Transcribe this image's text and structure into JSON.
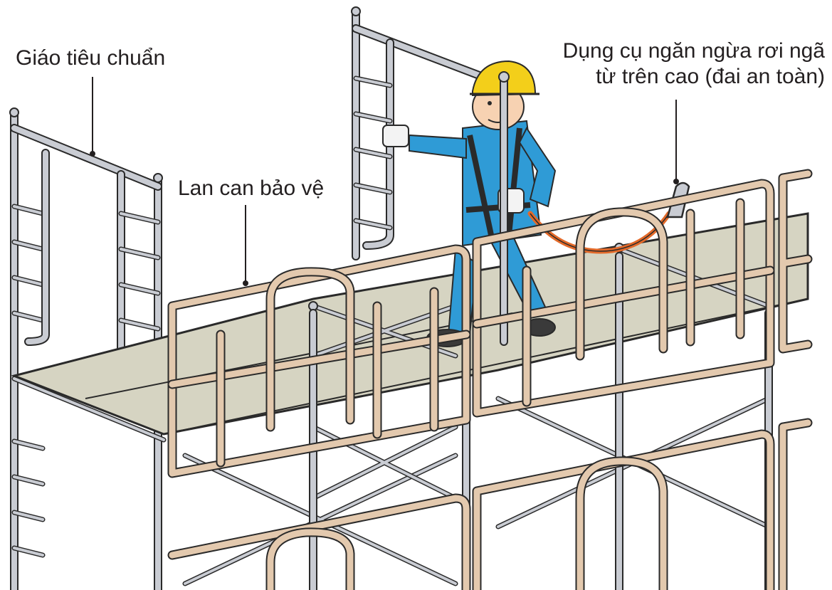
{
  "labels": {
    "standard_scaffold": "Giáo tiêu chuẩn",
    "guardrail": "Lan can bảo vệ",
    "fall_protection_line1": "Dụng cụ ngăn ngừa rơi ngã",
    "fall_protection_line2": "từ trên cao (đai an toàn)"
  },
  "colors": {
    "steel": "#c9ccd3",
    "steel_outline": "#2a2a2a",
    "guardrail": "#e3c9ae",
    "deck": "#d6d4c2",
    "worker_suit": "#2f9bd6",
    "helmet": "#f3cf1a",
    "lanyard": "#e36a2a",
    "text": "#231f20"
  }
}
